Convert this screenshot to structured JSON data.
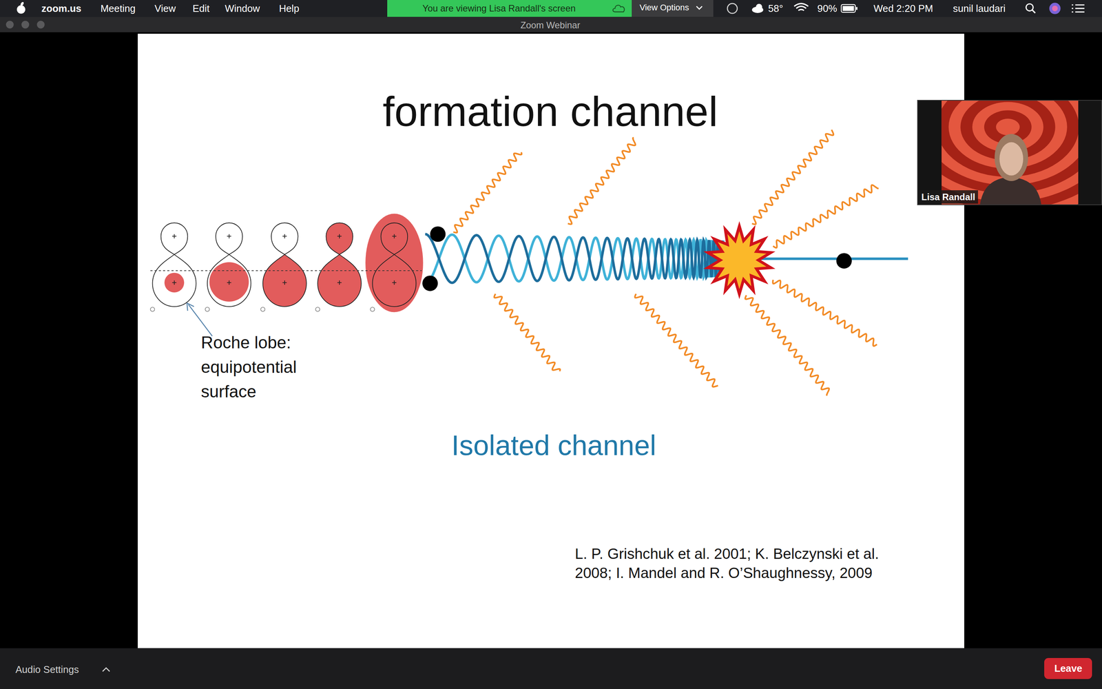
{
  "diagram": {
    "title": "formation channel",
    "nodes": [
      {
        "text": [
          "You are viewing Lisa Randall's screen"
        ]
      },
      {
        "text": [
          "Lisa Randall"
        ]
      },
      {
        "text": [
          "Leave"
        ]
      }
    ],
    "labels": [
      "zoom.us",
      "Meeting",
      "View",
      "Edit",
      "Window",
      "Help",
      "View Options",
      "58°",
      "90%",
      "Wed 2:20 PM",
      "sunil laudari",
      "Zoom Webinar",
      "Roche lobe: equipotential surface",
      "Isolated channel",
      "L. P. Grishchuk et al. 2001; K. Belczynski et al. 2008; I. Mandel and R. O’Shaughnessy, 2009",
      "Audio Settings"
    ]
  }
}
